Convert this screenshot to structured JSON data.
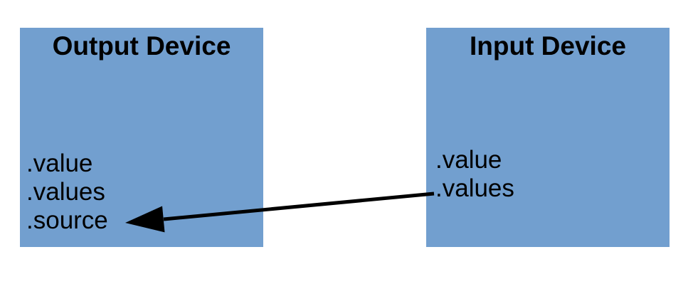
{
  "diagram": {
    "boxes": [
      {
        "title": "Output Device",
        "properties": [
          ".value",
          ".values",
          ".source"
        ]
      },
      {
        "title": "Input Device",
        "properties": [
          ".value",
          ".values"
        ]
      }
    ],
    "arrow": {
      "description": "arrow from Input Device .values to Output Device .source"
    },
    "colors": {
      "box_fill": "#729FCF",
      "arrow": "#000000",
      "text": "#000000",
      "background": "#FFFFFF"
    }
  }
}
